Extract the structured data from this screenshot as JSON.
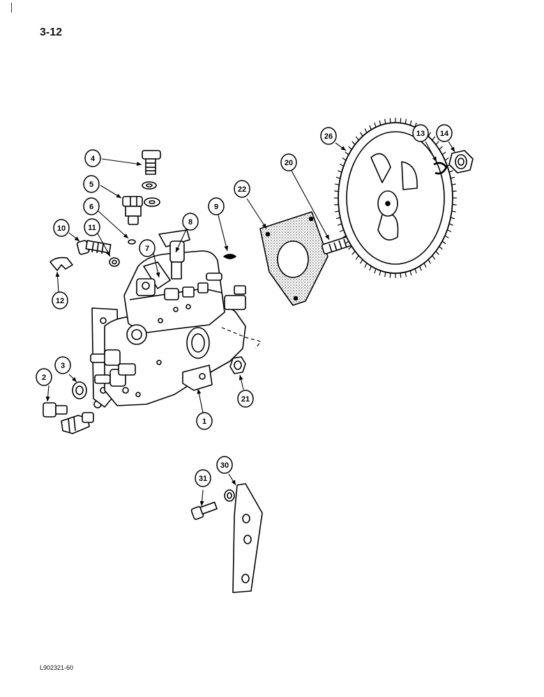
{
  "page_number": "3-12",
  "figure_code": "L902321-60",
  "callouts": [
    "4",
    "5",
    "6",
    "10",
    "11",
    "7",
    "8",
    "9",
    "22",
    "20",
    "26",
    "13",
    "14",
    "12",
    "2",
    "3",
    "21",
    "1",
    "31",
    "30"
  ]
}
